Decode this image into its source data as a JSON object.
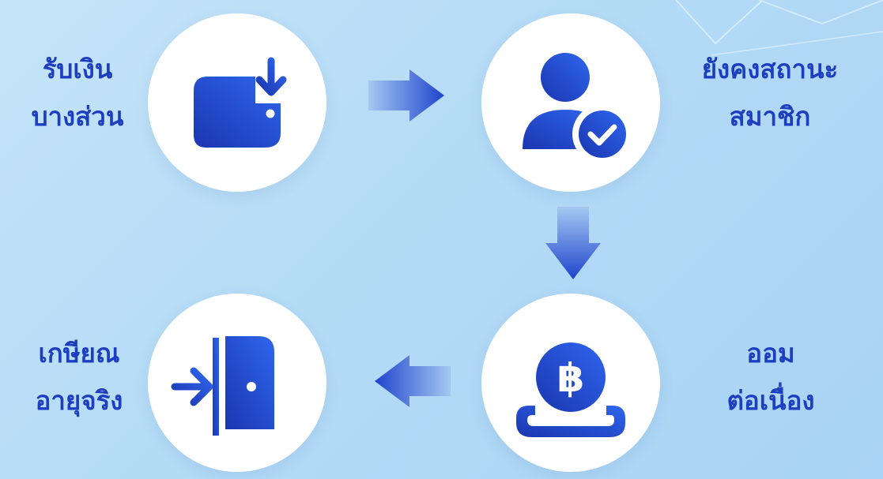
{
  "steps": [
    {
      "id": "receive",
      "line1": "รับเงิน",
      "line2": "บางส่วน",
      "icon": "wallet-download-icon"
    },
    {
      "id": "member",
      "line1": "ยังคงสถานะ",
      "line2": "สมาชิก",
      "icon": "user-check-icon"
    },
    {
      "id": "save",
      "line1": "ออม",
      "line2": "ต่อเนื่อง",
      "icon": "baht-coin-icon"
    },
    {
      "id": "retire",
      "line1": "เกษียณ",
      "line2": "อายุจริง",
      "icon": "door-exit-icon"
    }
  ],
  "colors": {
    "primary": "#1d3fbf",
    "icon_dark": "#1a3ab5",
    "icon_light": "#2f63ea",
    "circle": "#ffffff"
  }
}
